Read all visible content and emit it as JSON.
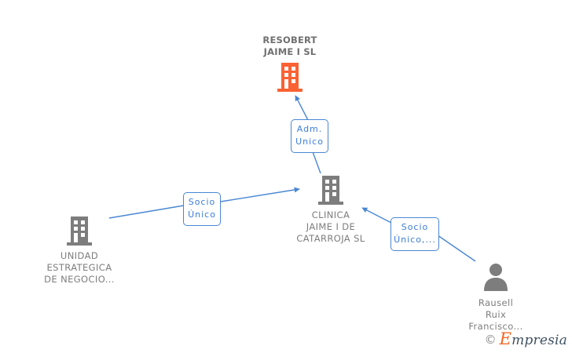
{
  "diagram": {
    "type": "ownership-network-graph",
    "colors": {
      "company_highlight": "#fb6233",
      "company_default": "#7d7d7d",
      "person": "#7d7d7d",
      "edge": "#4a87d3",
      "label_border": "#4a87d3",
      "label_text": "#3b7dd8",
      "background": "#ffffff"
    },
    "nodes": [
      {
        "id": "resobert",
        "label": "RESOBERT\nJAIME I  SL",
        "icon": "building-icon",
        "kind": "company",
        "highlighted": true
      },
      {
        "id": "clinica",
        "label": "CLINICA\nJAIME I DE\nCATARROJA SL",
        "icon": "building-icon",
        "kind": "company",
        "highlighted": false
      },
      {
        "id": "unidad",
        "label": "UNIDAD\nESTRATEGICA\nDE NEGOCIO...",
        "icon": "building-icon",
        "kind": "company",
        "highlighted": false
      },
      {
        "id": "rausell",
        "label": "Rausell\nRuix\nFrancisco...",
        "icon": "person-icon",
        "kind": "person",
        "highlighted": false
      }
    ],
    "edges": [
      {
        "id": "edge-clinica-resobert",
        "from": "clinica",
        "to": "resobert",
        "label": "Adm.\nUnico"
      },
      {
        "id": "edge-unidad-clinica",
        "from": "unidad",
        "to": "clinica",
        "label": "Socio\nÚnico"
      },
      {
        "id": "edge-rausell-clinica",
        "from": "rausell",
        "to": "clinica",
        "label": "Socio\nÚnico,..."
      }
    ]
  },
  "watermark": {
    "copyright": "©",
    "first_letter": "E",
    "rest": "mpresia"
  }
}
